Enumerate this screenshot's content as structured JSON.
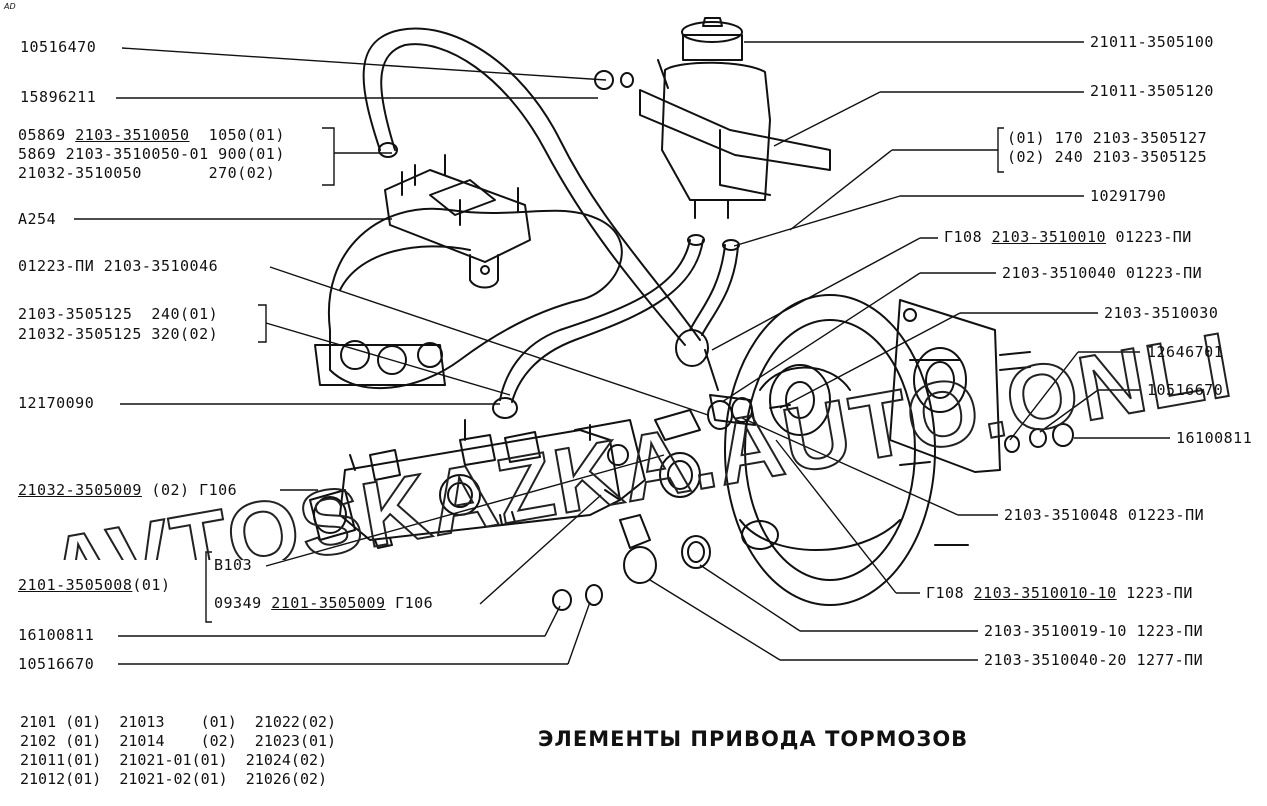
{
  "corner_mark": "AD",
  "title": "ЭЛЕМЕНТЫ ПРИВОДА ТОРМОЗОВ",
  "watermark": "AVTOSKAZKA.AUTO.ONLINE",
  "left_labels": {
    "l1": "10516470",
    "l2": "15896211",
    "l3a_prefix": "05869 ",
    "l3a_part": "2103-3510050",
    "l3a_suffix": "  1050(01)",
    "l3b": "5869 2103-3510050-01 900(01)",
    "l3c": "21032-3510050       270(02)",
    "l4": "A254",
    "l5": "01223-ПИ 2103-3510046",
    "l6a": "2103-3505125  240(01)",
    "l6b": "21032-3505125 320(02)",
    "l7": "12170090",
    "l8_part": "21032-3505009",
    "l8_suffix": " (02) Г106",
    "l9_part": "2101-3505008",
    "l9_suffix": "(01)",
    "l10": "B103",
    "l11_prefix": "09349 ",
    "l11_part": "2101-3505009",
    "l11_suffix": " Г106",
    "l12": "16100811",
    "l13": "10516670"
  },
  "right_labels": {
    "r1": "21011-3505100",
    "r2": "21011-3505120",
    "r3a": "(01) 170 2103-3505127",
    "r3b": "(02) 240 2103-3505125",
    "r4": "10291790",
    "r5_prefix": "Г108 ",
    "r5_part": "2103-3510010",
    "r5_suffix": " 01223-ПИ",
    "r6": "2103-3510040 01223-ПИ",
    "r7": "2103-3510030",
    "r8": "12646701",
    "r9": "10516670",
    "r10": "16100811",
    "r11": "2103-3510048 01223-ПИ",
    "r12_prefix": "Г108 ",
    "r12_part": "2103-3510010-10",
    "r12_suffix": " 1223-ПИ",
    "r13": "2103-3510019-10 1223-ПИ",
    "r14": "2103-3510040-20 1277-ПИ"
  },
  "models": {
    "row1": "2101 (01)  21013    (01)  21022(02)",
    "row2": "2102 (01)  21014    (02)  21023(01)",
    "row3": "21011(01)  21021-01(01)  21024(02)",
    "row4": "21012(01)  21021-02(01)  21026(02)"
  }
}
